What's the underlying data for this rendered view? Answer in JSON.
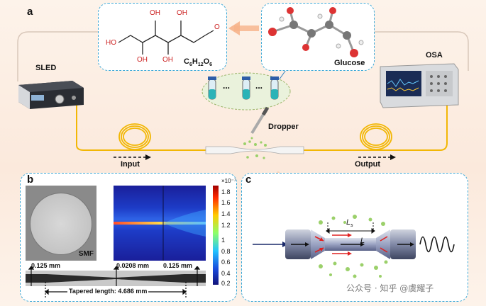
{
  "panel_a": {
    "letter": "a",
    "sled_label": "SLED",
    "osa_label": "OSA",
    "glucose_label": "Glucose",
    "dropper_label": "Dropper",
    "input_label": "Input",
    "output_label": "Output",
    "formula": "C6H12O6",
    "oh_labels": [
      "OH",
      "OH",
      "HO",
      "OH",
      "OH"
    ],
    "o_label": "O",
    "ellipsis": "..."
  },
  "panel_b": {
    "letter": "b",
    "smf_label": "SMF",
    "dim_left": "0.125 mm",
    "dim_center": "0.0208 mm",
    "dim_right": "0.125 mm",
    "tapered_label": "Tapered length: 4.686 mm",
    "colorbar_exponent": "×10⁻⁷",
    "colorbar_ticks": [
      "1.8",
      "1.6",
      "1.4",
      "1.2",
      "1",
      "0.8",
      "0.6",
      "0.4",
      "0.2"
    ]
  },
  "panel_c": {
    "letter": "c",
    "ls_label": "L",
    "ls_sub": "s",
    "l_label": "L"
  },
  "watermark": "公众号 · 知乎 @虞耀子",
  "colors": {
    "dash_blue": "#3aa7d6",
    "fiber_yellow": "#f2b705",
    "bg_peach": "#fdf1e6"
  }
}
